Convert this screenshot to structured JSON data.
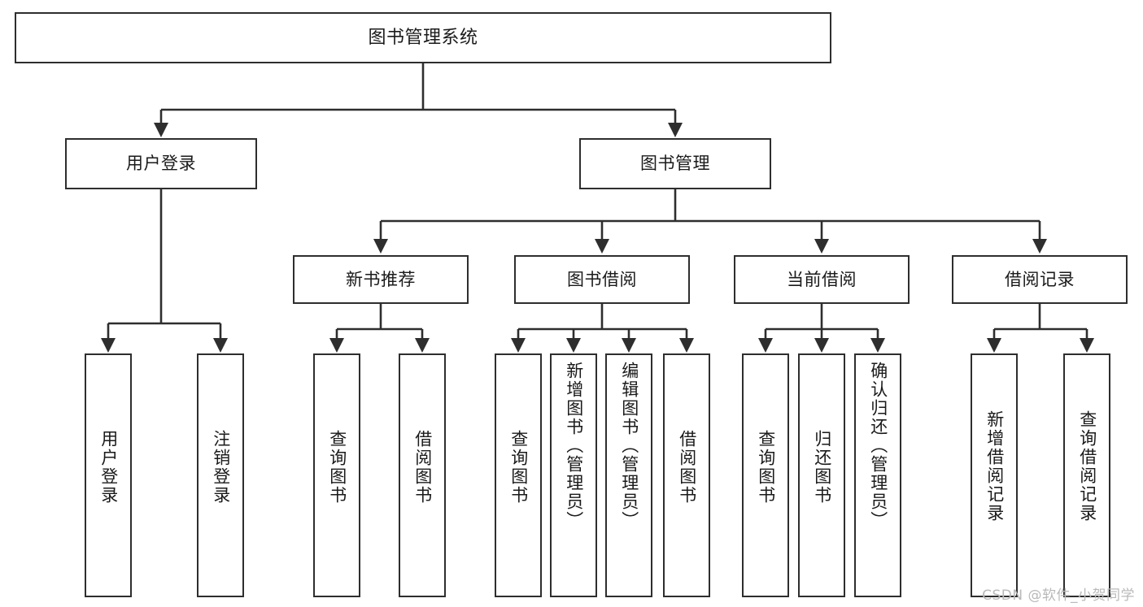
{
  "diagram": {
    "title": "图书管理系统",
    "watermark": "CSDN @软件_小贺同学",
    "colors": {
      "background": "#ffffff",
      "node_border": "#2e2e2e",
      "node_fill": "#ffffff",
      "edge": "#2e2e2e",
      "text": "#1a1a1a",
      "watermark": "#b9b9b9"
    },
    "levels": {
      "root": {
        "label": "图书管理系统"
      },
      "level2": [
        {
          "id": "user-login",
          "label": "用户登录"
        },
        {
          "id": "book-management",
          "label": "图书管理"
        }
      ],
      "level3": [
        {
          "id": "new-book-recommend",
          "label": "新书推荐"
        },
        {
          "id": "book-borrow",
          "label": "图书借阅"
        },
        {
          "id": "current-borrow",
          "label": "当前借阅"
        },
        {
          "id": "borrow-record",
          "label": "借阅记录"
        }
      ],
      "leaves": {
        "user_login": [
          {
            "id": "leaf-user-login",
            "label": "用户登录"
          },
          {
            "id": "leaf-logout-login",
            "label": "注销登录"
          }
        ],
        "new_book_recommend": [
          {
            "id": "leaf-query-book-1",
            "label": "查询图书"
          },
          {
            "id": "leaf-borrow-book-1",
            "label": "借阅图书"
          }
        ],
        "book_borrow": [
          {
            "id": "leaf-query-book-2",
            "label": "查询图书"
          },
          {
            "id": "leaf-add-book-admin",
            "label": "新增图书（管理员）"
          },
          {
            "id": "leaf-edit-book-admin",
            "label": "编辑图书（管理员）"
          },
          {
            "id": "leaf-borrow-book-2",
            "label": "借阅图书"
          }
        ],
        "current_borrow": [
          {
            "id": "leaf-query-book-3",
            "label": "查询图书"
          },
          {
            "id": "leaf-return-book",
            "label": "归还图书"
          },
          {
            "id": "leaf-confirm-return-admin",
            "label": "确认归还（管理员）"
          }
        ],
        "borrow_record": [
          {
            "id": "leaf-add-borrow-record",
            "label": "新增借阅记录"
          },
          {
            "id": "leaf-query-borrow-record",
            "label": "查询借阅记录"
          }
        ]
      }
    }
  }
}
